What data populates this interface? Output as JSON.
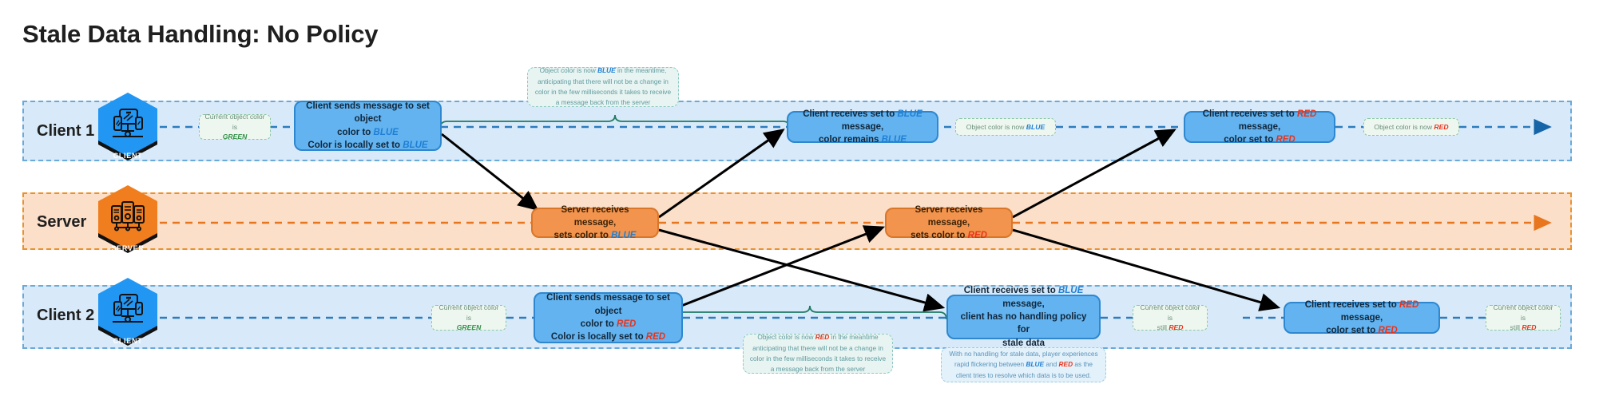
{
  "page": {
    "title": "Stale Data Handling: No Policy"
  },
  "colors": {
    "client_band_fill": "#d8eaf9",
    "client_band_border": "#6aa9d8",
    "server_band_fill": "#fbdfc9",
    "server_band_border": "#e8922f",
    "client_box_fill": "#62b3ef",
    "client_box_border": "#2e87cf",
    "server_box_fill": "#f2944d",
    "server_box_border": "#d9762a",
    "note_fill": "#eef7ef",
    "note_border": "#8bc6a8",
    "callout_fill": "#e8f4f1",
    "callout_border": "#8fc9c4",
    "blue_word": "#1f7fd4",
    "red_word": "#e8331c",
    "green_word": "#2f8f46",
    "brace": "#1f7a63",
    "arrow": "#000000"
  },
  "lanes": [
    {
      "id": "client1",
      "label": "Client 1",
      "icon": "client-desktop-icon",
      "icon_badge": "CLIENT",
      "type": "client"
    },
    {
      "id": "server",
      "label": "Server",
      "icon": "server-rack-icon",
      "icon_badge": "SERVER",
      "type": "server"
    },
    {
      "id": "client2",
      "label": "Client 2",
      "icon": "client-desktop-icon",
      "icon_badge": "CLIENT",
      "type": "client"
    }
  ],
  "client1": {
    "note_start": {
      "line1": "Current object color is",
      "value": "GREEN"
    },
    "box_send": {
      "line1": "Client sends message to set object",
      "line2_pre": "color to ",
      "line2_val": "BLUE",
      "line3_pre": "Color is locally set to ",
      "line3_val": "BLUE"
    },
    "box_recv_blue": {
      "line1_pre": "Client receives set to ",
      "line1_val": "BLUE",
      "line1_post": " message,",
      "line2_pre": "color remains ",
      "line2_val": "BLUE"
    },
    "note_blue": {
      "text_pre": "Object color is now ",
      "value": "BLUE"
    },
    "box_recv_red": {
      "line1_pre": "Client receives set to ",
      "line1_val": "RED",
      "line1_post": " message,",
      "line2_pre": "color set to ",
      "line2_val": "RED"
    },
    "note_red": {
      "text_pre": "Object color is now ",
      "value": "RED"
    },
    "callout": {
      "pre": "Object color is now ",
      "value": "BLUE",
      "post": " in the meantime, anticipating that there will not be a change in color in the few milliseconds it takes to receive a message back from the server"
    }
  },
  "server": {
    "box_blue": {
      "line1": "Server receives message,",
      "line2_pre": "sets color to ",
      "line2_val": "BLUE"
    },
    "box_red": {
      "line1": "Server receives message,",
      "line2_pre": "sets color to ",
      "line2_val": "RED"
    }
  },
  "client2": {
    "note_start": {
      "line1": "Current object color is",
      "value": "GREEN"
    },
    "box_send": {
      "line1": "Client sends message to set object",
      "line2_pre": "color to ",
      "line2_val": "RED",
      "line3_pre": "Color is locally set to ",
      "line3_val": "RED"
    },
    "box_recv_blue": {
      "line1_pre": "Client receives set to ",
      "line1_val": "BLUE",
      "line1_post": " message,",
      "line2": "client has no handling policy for",
      "line3": "stale data"
    },
    "note_still_red_1": {
      "line1": "Current object color is",
      "pre": "still ",
      "value": "RED"
    },
    "box_recv_red": {
      "line1_pre": "Client receives set to ",
      "line1_val": "RED",
      "line1_post": " message,",
      "line2_pre": "color set to ",
      "line2_val": "RED"
    },
    "note_still_red_2": {
      "line1": "Current object color is",
      "pre": "still ",
      "value": "RED"
    },
    "callout_red": {
      "pre": "Object color is now ",
      "value": "RED",
      "post": " in the meantime anticipating that there will not be a change in color in the few milliseconds it takes to receive a message back from the server"
    },
    "callout_flicker": {
      "pre": "With no handling for stale data, player experiences rapid flickering between ",
      "value1": "BLUE",
      "mid": " and ",
      "value2": "RED",
      "post": " as the client tries to resolve which data is to be used."
    }
  }
}
